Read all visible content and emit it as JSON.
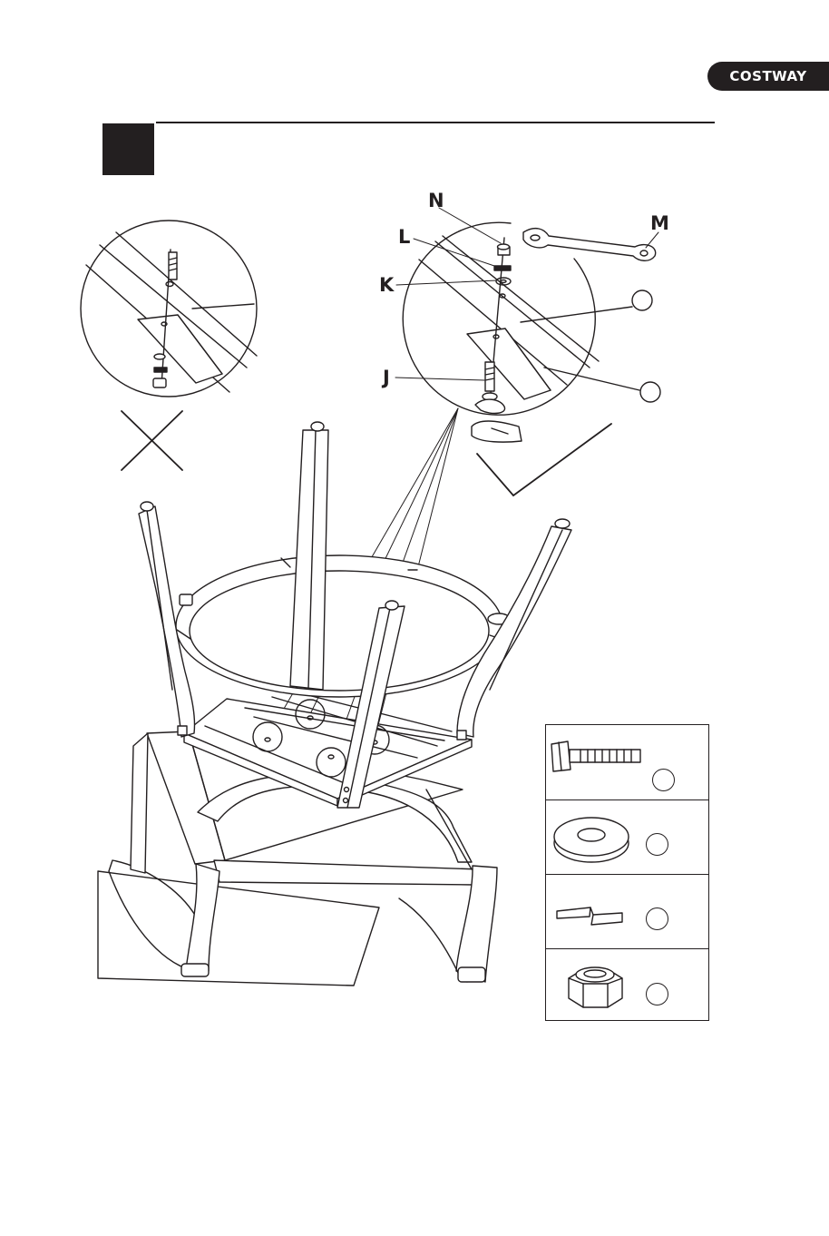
{
  "brand": {
    "name": "COSTWAY"
  },
  "callouts": {
    "nut": "N",
    "lock_washer": "L",
    "wrench": "M",
    "washer": "K",
    "bolt": "J"
  }
}
